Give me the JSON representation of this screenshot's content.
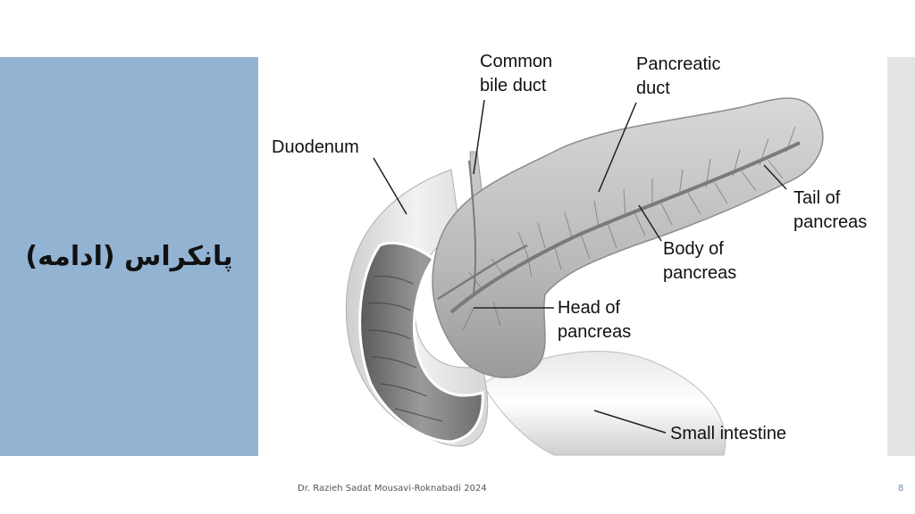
{
  "slide": {
    "title": "پانکراس (ادامه)",
    "footer": "Dr. Razieh Sadat Mousavi-Roknabadi 2024",
    "page_number": "8"
  },
  "figure_labels": {
    "common_bile_duct_1": "Common",
    "common_bile_duct_2": "bile duct",
    "pancreatic_duct_1": "Pancreatic",
    "pancreatic_duct_2": "duct",
    "duodenum": "Duodenum",
    "tail_1": "Tail of",
    "tail_2": "pancreas",
    "body_1": "Body of",
    "body_2": "pancreas",
    "head_1": "Head of",
    "head_2": "pancreas",
    "small_intestine": "Small intestine"
  }
}
